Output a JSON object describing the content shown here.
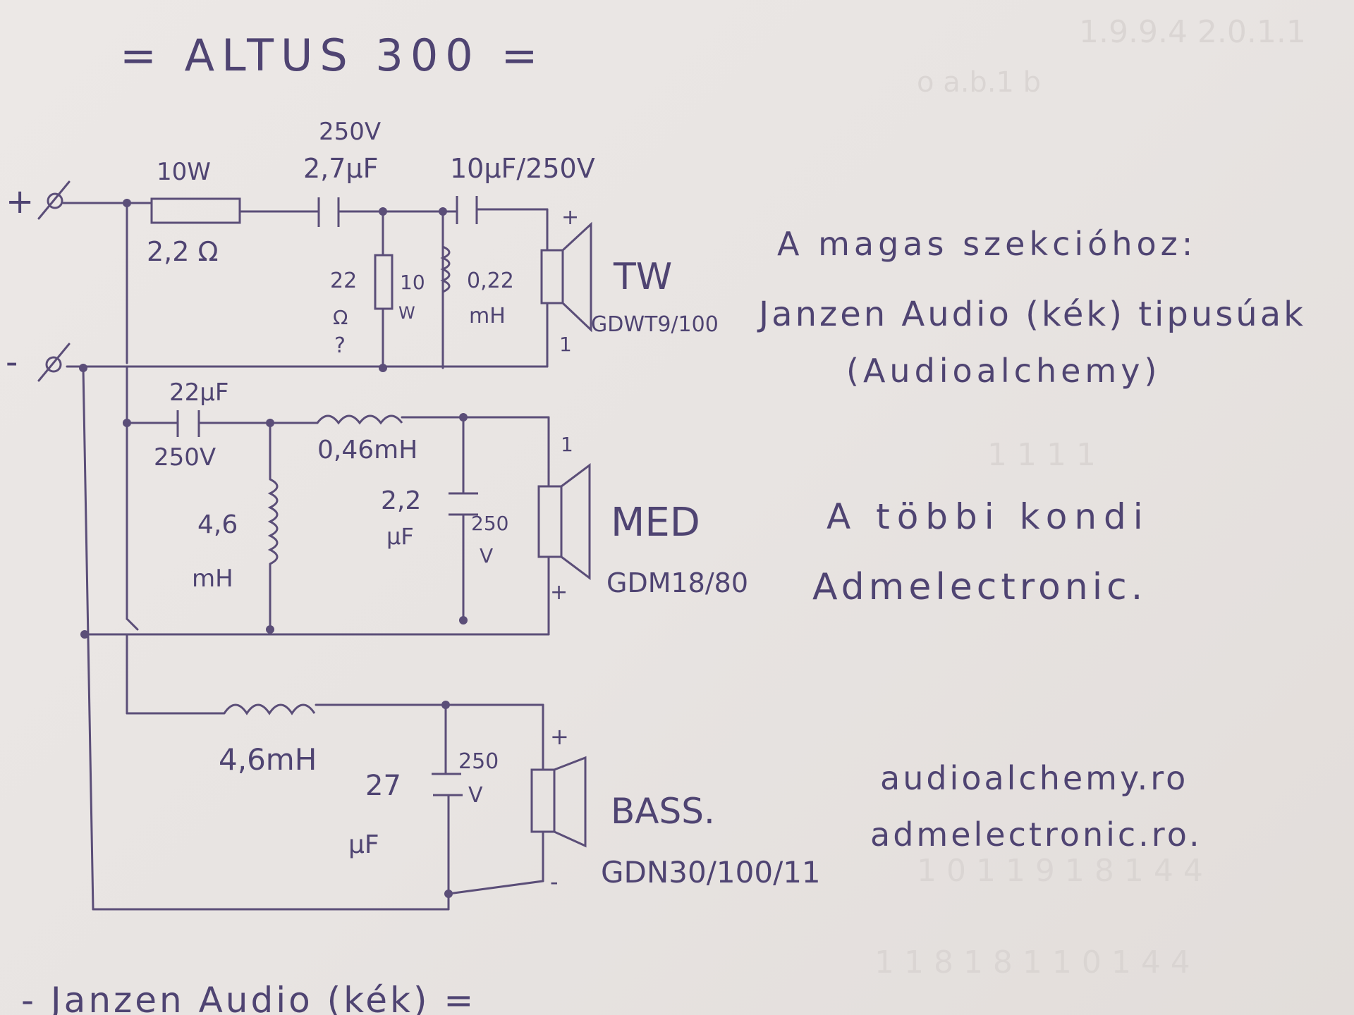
{
  "title": "= ALTUS 300 =",
  "labels": {
    "plus_terminal": "+",
    "minus_terminal": "-",
    "r1_power": "10W",
    "r1_value": "2,2 Ω",
    "c1_voltage": "250V",
    "c1_value": "2,7µF",
    "c2_value": "10µF/250V",
    "r2_value_a": "22",
    "r2_value_b": "Ω",
    "r2_value_c": "?",
    "r2_power_a": "10",
    "r2_power_b": "W",
    "l1_value_a": "0,22",
    "l1_value_b": "mH",
    "tw_plus": "+",
    "tw_minus": "1",
    "tw_label": "TW",
    "tw_model": "GDWT9/100",
    "c3_value": "22µF",
    "c3_voltage": "250V",
    "l2_value": "0,46mH",
    "l3_value_a": "4,6",
    "l3_value_b": "mH",
    "c4_value_a": "2,2",
    "c4_value_b": "µF",
    "c4_voltage_a": "250",
    "c4_voltage_b": "V",
    "med_top": "1",
    "med_plus": "+",
    "med_label": "MED",
    "med_model": "GDM18/80",
    "l4_value": "4,6mH",
    "c5_value_a": "27",
    "c5_value_b": "µF",
    "c5_voltage_a": "250",
    "c5_voltage_b": "V",
    "bass_plus": "+",
    "bass_minus": "-",
    "bass_label": "BASS.",
    "bass_model": "GDN30/100/11"
  },
  "notes": {
    "line1": "A magas szekcióhoz:",
    "line2": "Janzen Audio (kék) tipusúak",
    "line3": "(Audioalchemy)",
    "line4": "A többi kondi",
    "line5": "Admelectronic.",
    "site1": "audioalchemy.ro",
    "site2": "admelectronic.ro.",
    "footer": "- Janzen Audio (kék) ="
  },
  "colors": {
    "ink": "#5b4e78",
    "paper": "#e9e5e2"
  }
}
